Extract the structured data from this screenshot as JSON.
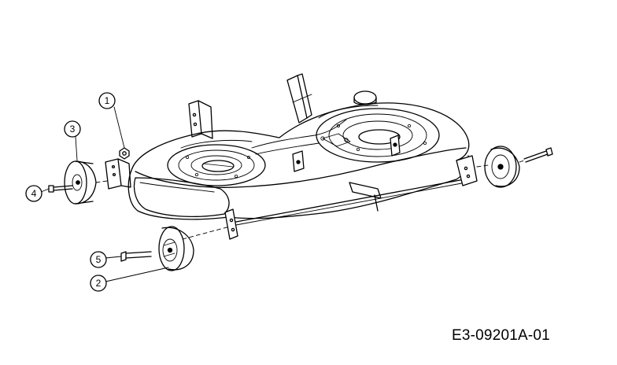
{
  "callouts": [
    {
      "label": "1"
    },
    {
      "label": "2"
    },
    {
      "label": "3"
    },
    {
      "label": "4"
    },
    {
      "label": "5"
    }
  ],
  "drawing_number": "E3-09201A-01"
}
